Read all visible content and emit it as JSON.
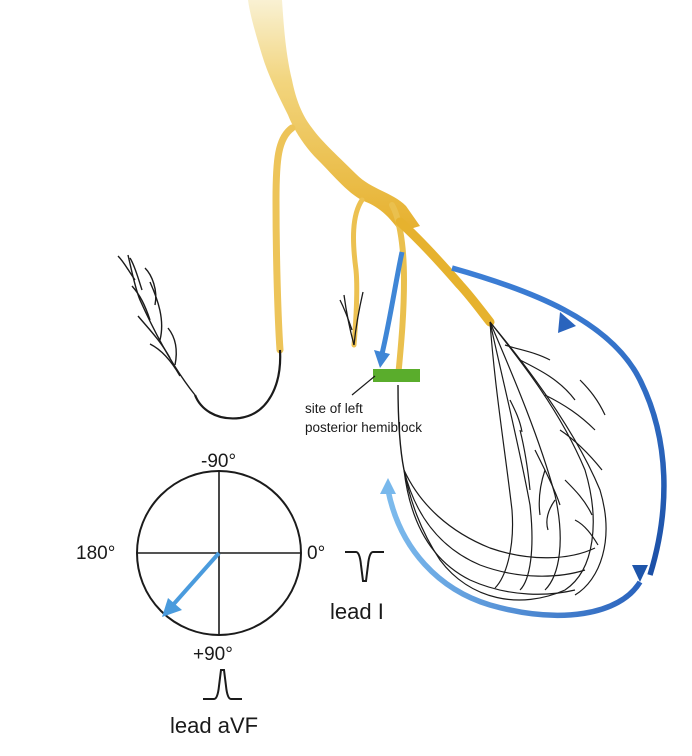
{
  "annotation": {
    "block_site": [
      "site of left",
      "posterior hemiblock"
    ]
  },
  "axis": {
    "top": "-90°",
    "left": "180°",
    "right": "0°",
    "bottom": "+90°"
  },
  "leads": {
    "lead_i": "lead I",
    "lead_avf": "lead aVF"
  },
  "colors": {
    "bundle_top": "#f8edc4",
    "bundle_bottom": "#e8b431",
    "fiber": "#1b1b1b",
    "arrow_dark": "#1f56ac",
    "arrow_light": "#6fb2e6",
    "block": "#5aad2c",
    "vector": "#4a9bdd"
  }
}
